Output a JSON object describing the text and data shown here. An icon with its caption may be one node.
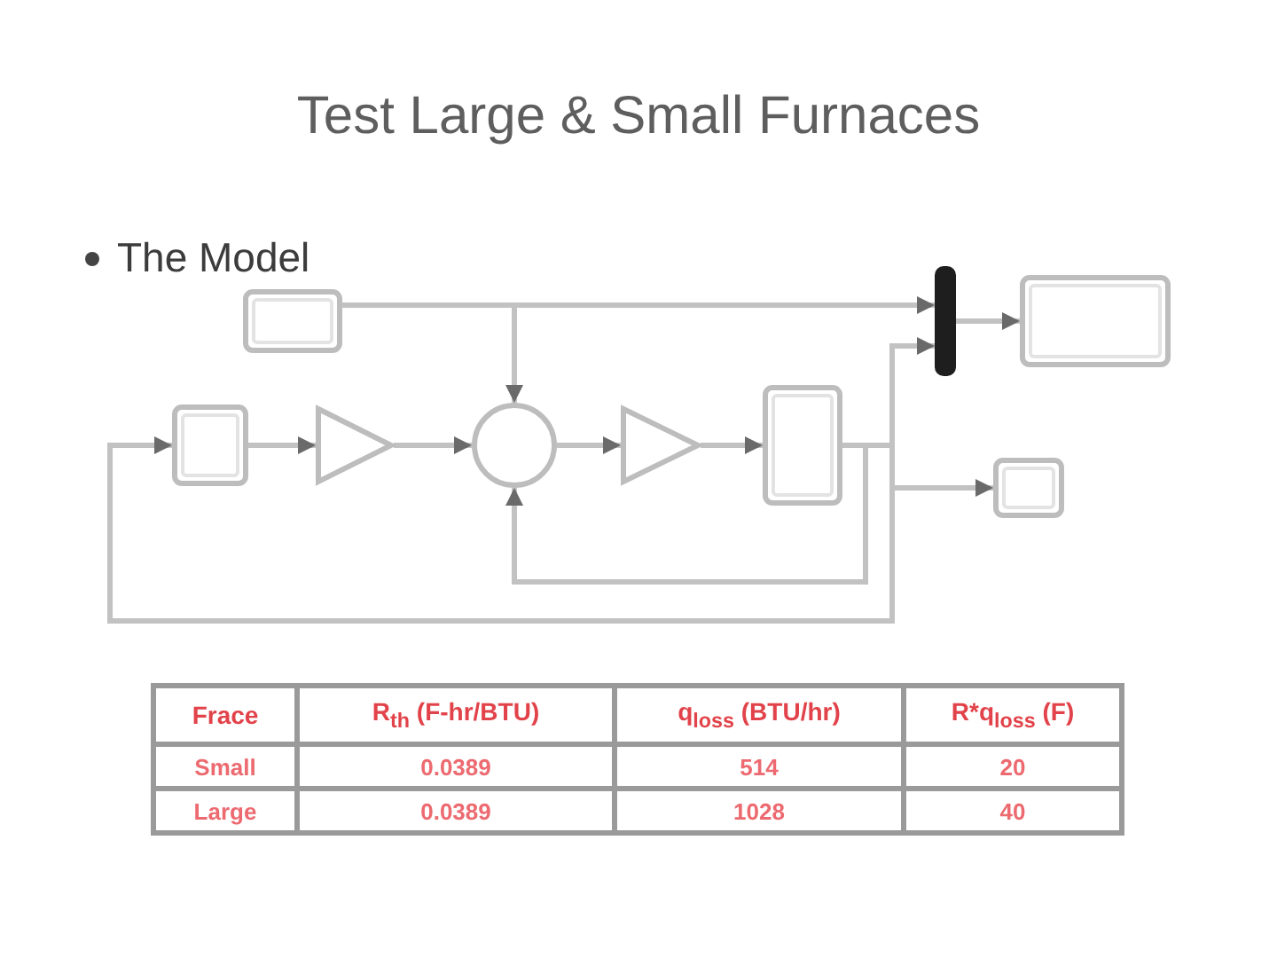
{
  "diagram": {
    "title": "Test Large & Small Furnaces",
    "nodes": [
      {
        "text": [],
        "shape": "box"
      },
      {
        "text": [],
        "shape": "box"
      },
      {
        "text": [],
        "shape": "triangle"
      },
      {
        "text": [],
        "shape": "circle"
      },
      {
        "text": [],
        "shape": "triangle"
      },
      {
        "text": [],
        "shape": "box"
      },
      {
        "text": [],
        "shape": "bar"
      },
      {
        "text": [],
        "shape": "box"
      },
      {
        "text": [],
        "shape": "box"
      }
    ],
    "edges": [
      {
        "from": 0,
        "to": 3,
        "arrow": "to"
      },
      {
        "from": 0,
        "to": 6,
        "arrow": "to"
      },
      {
        "from": 1,
        "to": 2,
        "arrow": "to"
      },
      {
        "from": 2,
        "to": 3,
        "arrow": "to"
      },
      {
        "from": 3,
        "to": 4,
        "arrow": "to"
      },
      {
        "from": 4,
        "to": 5,
        "arrow": "to"
      },
      {
        "from": 5,
        "to": 3,
        "arrow": "to"
      },
      {
        "from": 5,
        "to": 1,
        "arrow": "to"
      },
      {
        "from": 5,
        "to": 6,
        "arrow": "to"
      },
      {
        "from": 5,
        "to": 8,
        "arrow": "to"
      },
      {
        "from": 6,
        "to": 7,
        "arrow": "to"
      }
    ],
    "labels": [
      "The Model",
      "Frace",
      "R$_{th}$ (F-hr/BTU)",
      "q$_{loss}$ (BTU/hr)",
      "R*q$_{loss}$ (F)",
      "Small",
      "0.0389",
      "514",
      "20",
      "Large",
      "0.0389",
      "1028",
      "40"
    ]
  }
}
